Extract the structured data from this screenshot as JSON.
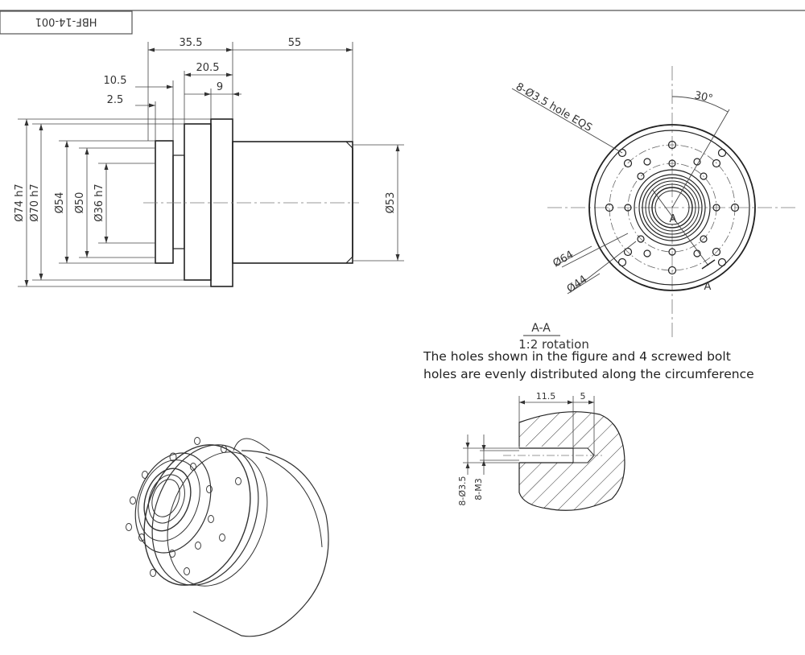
{
  "title_block": {
    "code": "HBF-14-001"
  },
  "side_view": {
    "dims_top": [
      "35.5",
      "55",
      "20.5",
      "10.5",
      "9",
      "2.5"
    ],
    "diameters_left": [
      "Ø74 h7",
      "Ø70 h7",
      "Ø54",
      "Ø50",
      "Ø36 h7"
    ],
    "diameter_right": "Ø53"
  },
  "front_view": {
    "hole_callout": "8-Ø3.5  hole EQS",
    "angle": "30°",
    "circle1": "Ø64",
    "circle2": "Ø44",
    "section_mark": "A"
  },
  "section": {
    "label": "A-A",
    "scale": "1:2 rotation",
    "dims": [
      "11.5",
      "5"
    ],
    "hole_dims": [
      "8-Ø3.5",
      "8-M3"
    ]
  },
  "notes": [
    "The holes shown in the figure and 4 screwed bolt",
    "holes are evenly distributed along the circumference"
  ]
}
